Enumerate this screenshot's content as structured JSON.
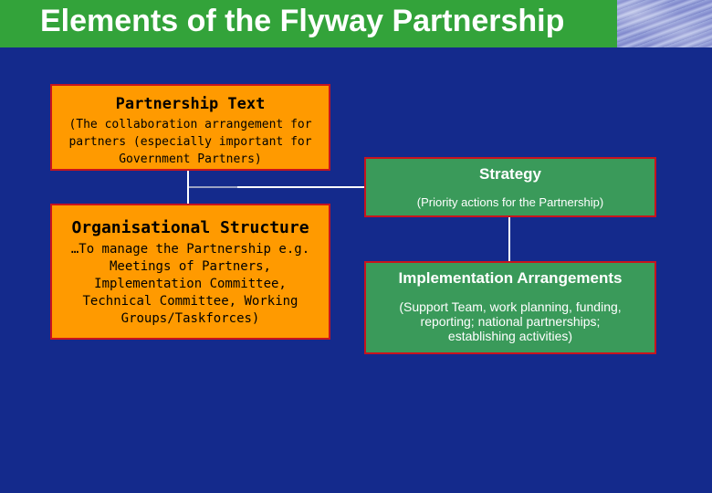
{
  "slide": {
    "title": "Elements of the Flyway Partnership"
  },
  "partnership_text": {
    "heading": "Partnership Text",
    "lines": [
      "(The collaboration arrangement for",
      "partners (especially important for",
      "Government Partners)"
    ]
  },
  "organisational_structure": {
    "heading": "Organisational Structure",
    "lines": [
      "…To manage the Partnership e.g.",
      "Meetings of Partners,",
      "Implementation Committee,",
      "Technical Committee, Working",
      "Groups/Taskforces)"
    ]
  },
  "strategy": {
    "heading": "Strategy",
    "subtitle": "(Priority actions for the Partnership)"
  },
  "implementation": {
    "heading": "Implementation Arrangements",
    "lines": [
      "(Support Team, work planning, funding,",
      "reporting; national partnerships;",
      "establishing activities)"
    ]
  },
  "colors": {
    "background": "#142a8c",
    "title_bar": "#33a33a",
    "orange_box": "#ff9a00",
    "green_box": "#3a9a5a",
    "box_border": "#c8141e"
  }
}
